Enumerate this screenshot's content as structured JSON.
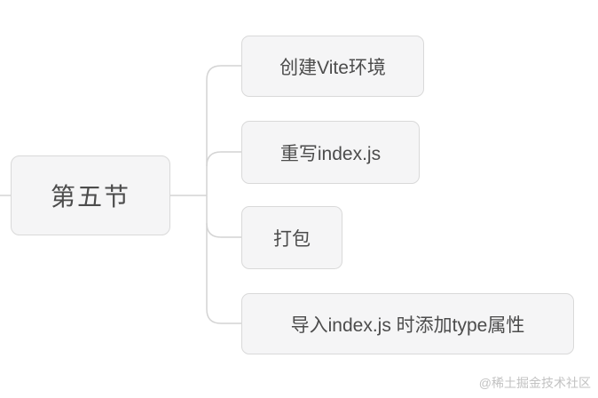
{
  "mindmap": {
    "root": {
      "label": "第五节"
    },
    "children": [
      {
        "label": "创建Vite环境"
      },
      {
        "label": "重写index.js"
      },
      {
        "label": "打包"
      },
      {
        "label": "导入index.js 时添加type属性"
      }
    ]
  },
  "watermark": {
    "text": "@稀土掘金技术社区"
  },
  "colors": {
    "background": "#ffffff",
    "node_fill": "#f5f5f6",
    "node_border": "#d9d9d9",
    "node_text": "#4c4c4c",
    "connector": "#d4d4d4",
    "watermark_text": "#c2c2c2"
  }
}
